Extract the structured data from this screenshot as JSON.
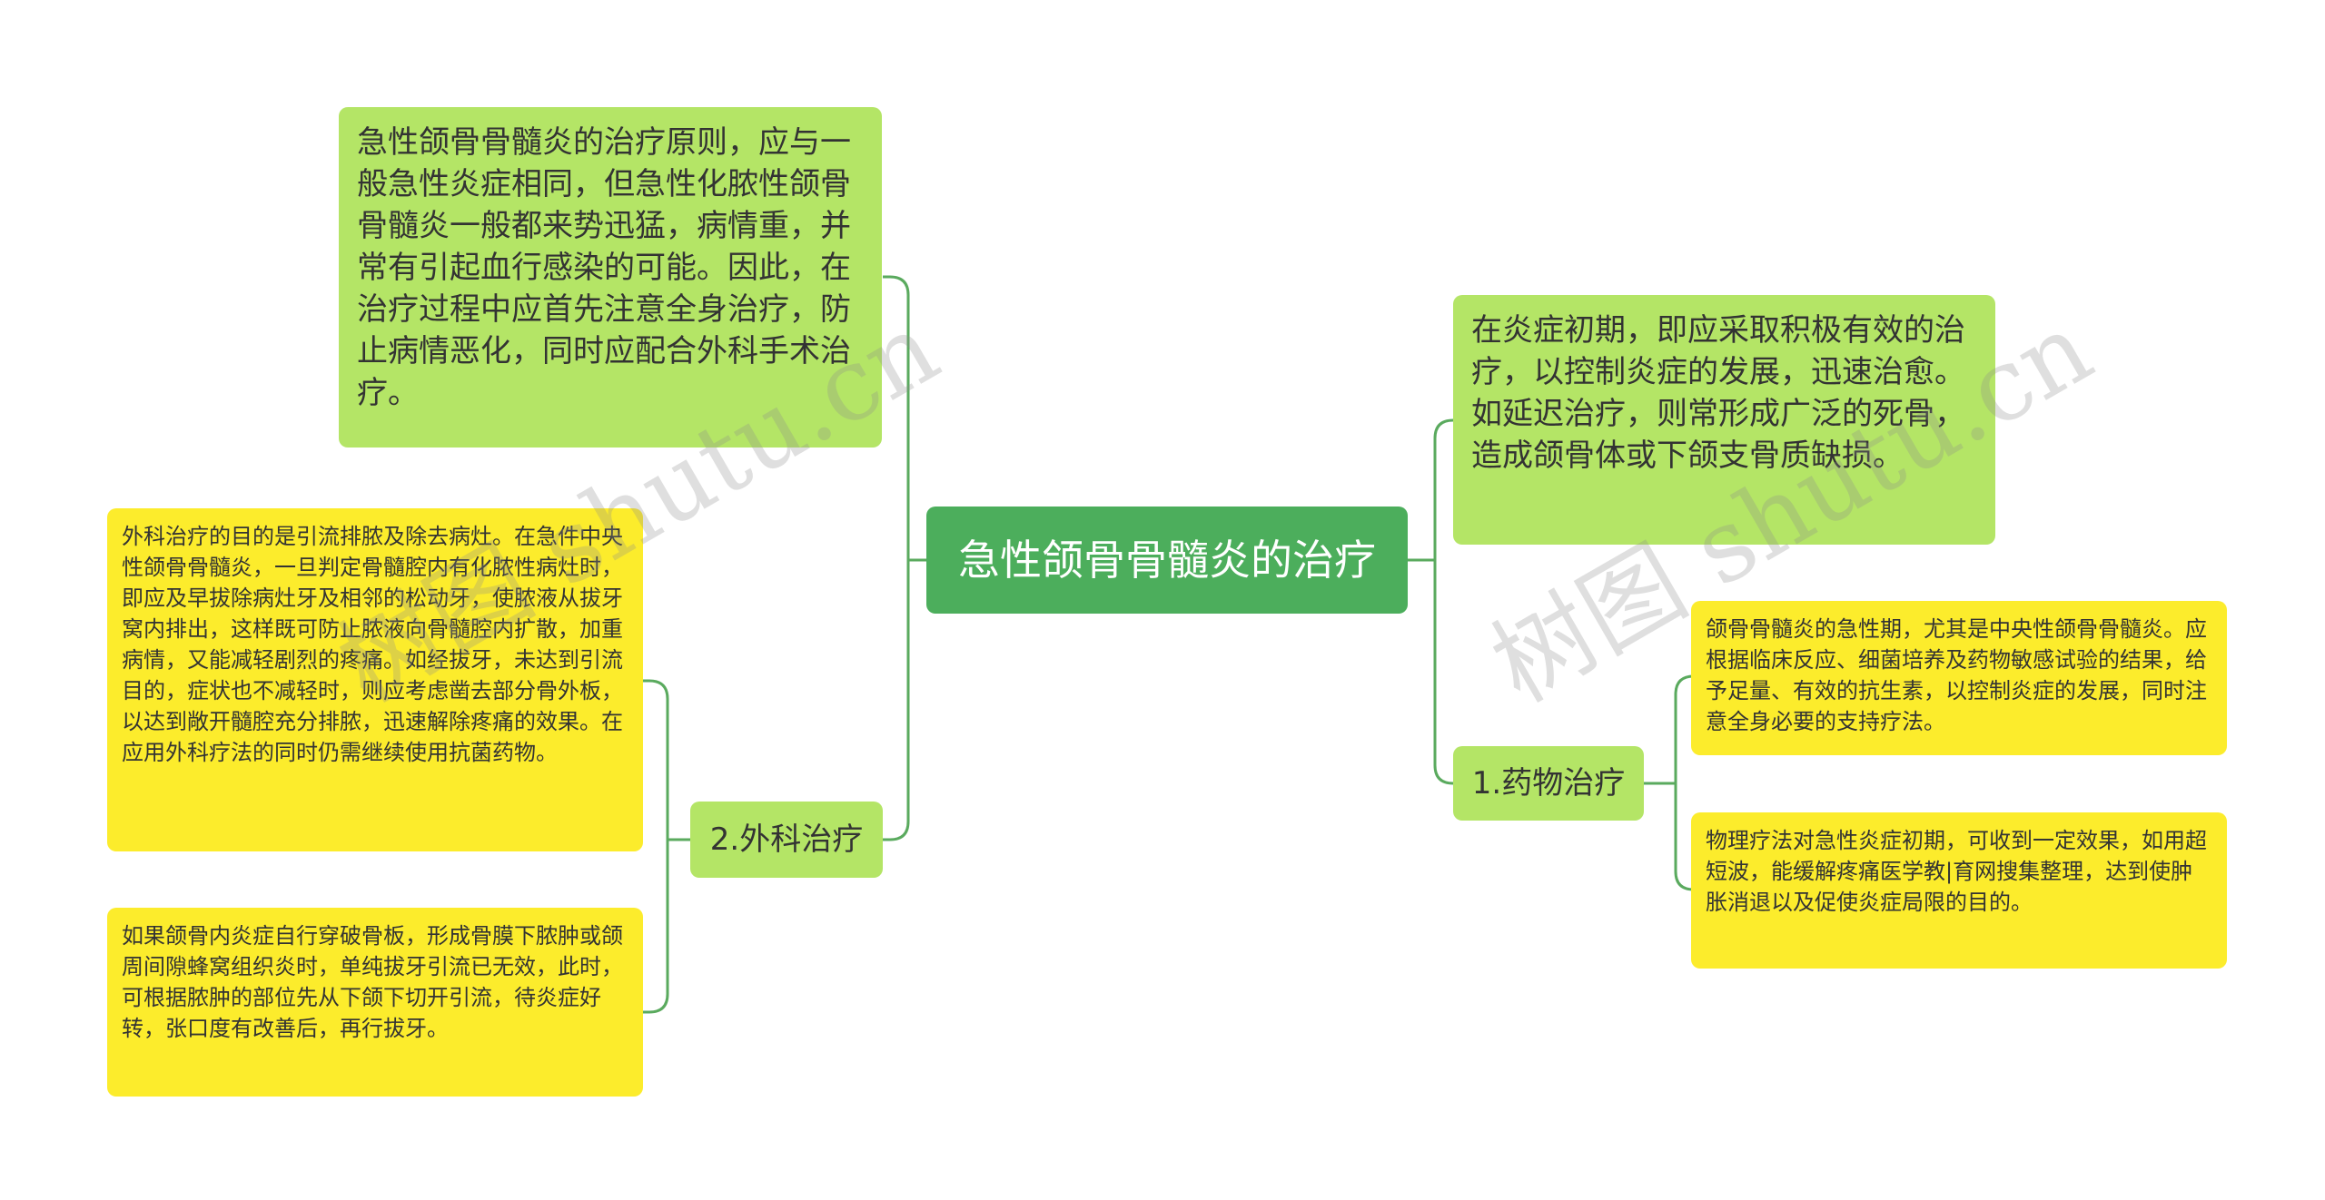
{
  "root": {
    "label": "急性颌骨骨髓炎的治疗"
  },
  "left": {
    "principle": "急性颌骨骨髓炎的治疗原则，应与一般急性炎症相同，但急性化脓性颌骨骨髓炎一般都来势迅猛，病情重，并常有引起血行感染的可能。因此，在治疗过程中应首先注意全身治疗，防止病情恶化，同时应配合外科手术治疗。",
    "surgery": {
      "label": "2.外科治疗",
      "details": [
        "外科治疗的目的是引流排脓及除去病灶。在急件中央性颌骨骨髓炎，一旦判定骨髓腔内有化脓性病灶时，即应及早拔除病灶牙及相邻的松动牙，使脓液从拔牙窝内排出，这样既可防止脓液向骨髓腔内扩散，加重病情，又能减轻剧烈的疼痛。如经拔牙，未达到引流目的，症状也不减轻时，则应考虑凿去部分骨外板，以达到敞开髓腔充分排脓，迅速解除疼痛的效果。在应用外科疗法的同时仍需继续使用抗菌药物。",
        "如果颌骨内炎症自行穿破骨板，形成骨膜下脓肿或颌周间隙蜂窝组织炎时，单纯拔牙引流已无效，此时，可根据脓肿的部位先从下颌下切开引流，待炎症好转，张口度有改善后，再行拔牙。"
      ]
    }
  },
  "right": {
    "early": "在炎症初期，即应采取积极有效的治疗，以控制炎症的发展，迅速治愈。如延迟治疗，则常形成广泛的死骨，造成颌骨体或下颌支骨质缺损。",
    "drug": {
      "label": "1.药物治疗",
      "details": [
        "颌骨骨髓炎的急性期，尤其是中央性颌骨骨髓炎。应根据临床反应、细菌培养及药物敏感试验的结果，给予足量、有效的抗生素，以控制炎症的发展，同时注意全身必要的支持疗法。",
        "物理疗法对急性炎症初期，可收到一定效果，如用超短波，能缓解疼痛医学教|育网搜集整理，达到使肿胀消退以及促使炎症局限的目的。"
      ]
    }
  },
  "watermarks": [
    "树图 shutu.cn",
    "树图 shutu.cn"
  ],
  "colors": {
    "root": "#4cae5c",
    "level1": "#b4e566",
    "level2": "#fcec2c",
    "connector": "#5aaa5e"
  }
}
